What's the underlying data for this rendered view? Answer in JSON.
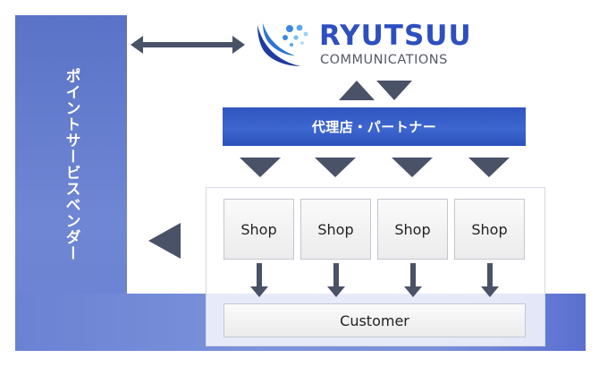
{
  "provider_label": "ポイントサービスベンダー",
  "logo": {
    "name": "RYUTSUU",
    "subtitle": "COMMUNICATIONS"
  },
  "partner_label": "代理店・パートナー",
  "shops": [
    "Shop",
    "Shop",
    "Shop",
    "Shop"
  ],
  "customer_label": "Customer",
  "colors": {
    "band_blue": "#6a82d2",
    "partner_blue": "#3559c4",
    "arrow_gray": "#4a5268",
    "logo_blue": "#2d4fbf"
  }
}
